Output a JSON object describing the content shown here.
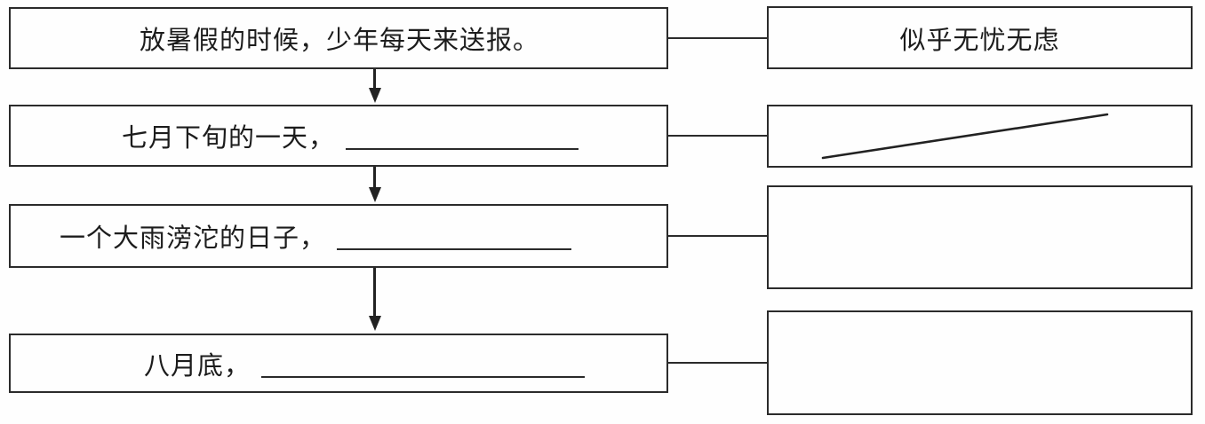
{
  "diagram": {
    "type": "flowchart-worksheet",
    "line_color": "#2b2b2b",
    "background_color": "#fefefe",
    "left_boxes": [
      {
        "text": "放暑假的时候，少年每天来送报。",
        "has_blank": false
      },
      {
        "text": "七月下旬的一天，",
        "has_blank": true
      },
      {
        "text": "一个大雨滂沱的日子，",
        "has_blank": true
      },
      {
        "text": "八月底，",
        "has_blank": true
      }
    ],
    "right_boxes": [
      {
        "text": "似乎无忧无虑",
        "mark": "none"
      },
      {
        "text": "",
        "mark": "diagonal-stroke"
      },
      {
        "text": "",
        "mark": "none"
      },
      {
        "text": "",
        "mark": "none"
      }
    ],
    "connections": [
      "left-1 → right-1",
      "left-2 → right-2",
      "left-3 → right-3",
      "left-4 → right-4",
      "left-1 ↓ left-2",
      "left-2 ↓ left-3",
      "left-3 ↓ left-4"
    ]
  }
}
